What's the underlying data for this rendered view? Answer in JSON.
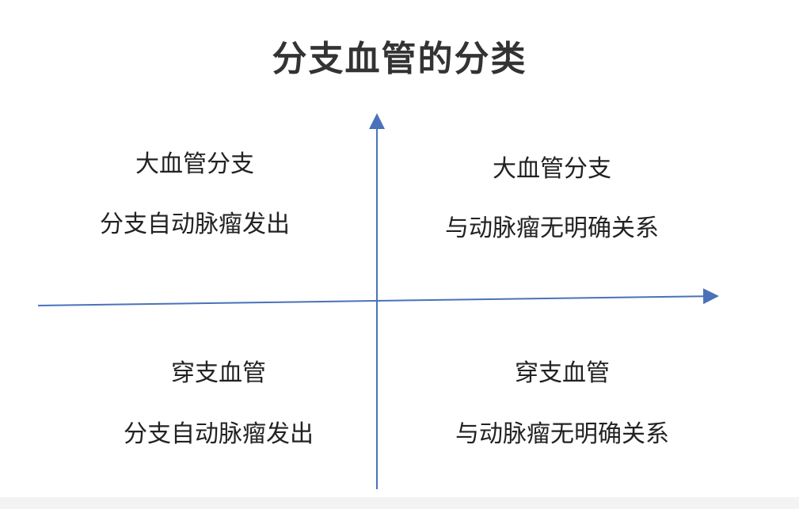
{
  "title": "分支血管的分类",
  "quadrants": {
    "top_left": {
      "line1": "大血管分支",
      "line2": "分支自动脉瘤发出"
    },
    "top_right": {
      "line1": "大血管分支",
      "line2": "与动脉瘤无明确关系"
    },
    "bottom_left": {
      "line1": "穿支血管",
      "line2": "分支自动脉瘤发出"
    },
    "bottom_right": {
      "line1": "穿支血管",
      "line2": "与动脉瘤无明确关系"
    }
  },
  "colors": {
    "axis": "#4a72b8",
    "text": "#222222",
    "title": "#333333"
  }
}
